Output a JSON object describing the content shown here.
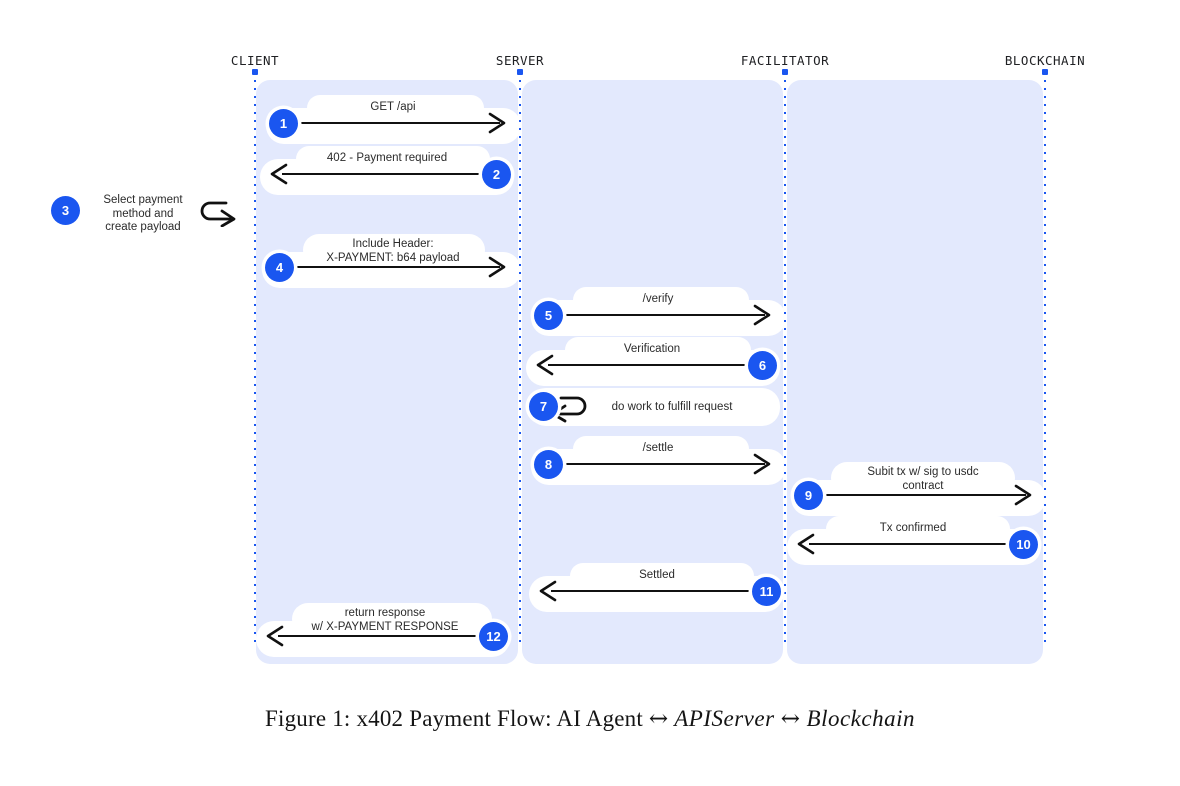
{
  "figure": {
    "caption_prefix": "Figure 1: x402 Payment Flow: AI Agent ",
    "caption_arrow1": "↔",
    "caption_math1": " APIServer ",
    "caption_arrow2": "↔",
    "caption_math2": " Blockchain"
  },
  "colors": {
    "band": "#E3E9FD",
    "accent": "#1A56F0",
    "arrow": "#111111",
    "label_text": "#2b2b2b",
    "actor_text": "#202124",
    "message_box": "#FFFFFF",
    "page_background": "#FFFFFF"
  },
  "actors": [
    {
      "id": "client",
      "label": "CLIENT"
    },
    {
      "id": "server",
      "label": "SERVER"
    },
    {
      "id": "facilitator",
      "label": "FACILITATOR"
    },
    {
      "id": "blockchain",
      "label": "BLOCKCHAIN"
    }
  ],
  "steps": [
    {
      "number": "1",
      "label": "GET /api",
      "from": "client",
      "to": "server",
      "kind": "message",
      "direction": "right"
    },
    {
      "number": "2",
      "label": "402 - Payment required",
      "from": "server",
      "to": "client",
      "kind": "message",
      "direction": "left"
    },
    {
      "number": "3",
      "label": "Select payment\nmethod and\ncreate payload",
      "from": "client",
      "to": "client",
      "kind": "self",
      "direction": "right"
    },
    {
      "number": "4",
      "label": "Include Header:\nX-PAYMENT: b64 payload",
      "from": "client",
      "to": "server",
      "kind": "message",
      "direction": "right"
    },
    {
      "number": "5",
      "label": "/verify",
      "from": "server",
      "to": "facilitator",
      "kind": "message",
      "direction": "right"
    },
    {
      "number": "6",
      "label": "Verification",
      "from": "facilitator",
      "to": "server",
      "kind": "message",
      "direction": "left"
    },
    {
      "number": "7",
      "label": "do work to fulfill request",
      "from": "server",
      "to": "server",
      "kind": "self",
      "direction": "left"
    },
    {
      "number": "8",
      "label": "/settle",
      "from": "server",
      "to": "facilitator",
      "kind": "message",
      "direction": "right"
    },
    {
      "number": "9",
      "label": "Subit tx w/ sig to usdc\ncontract",
      "from": "facilitator",
      "to": "blockchain",
      "kind": "message",
      "direction": "right"
    },
    {
      "number": "10",
      "label": "Tx confirmed",
      "from": "blockchain",
      "to": "facilitator",
      "kind": "message",
      "direction": "left"
    },
    {
      "number": "11",
      "label": "Settled",
      "from": "facilitator",
      "to": "server",
      "kind": "message",
      "direction": "left"
    },
    {
      "number": "12",
      "label": "return response\nw/ X-PAYMENT RESPONSE",
      "from": "server",
      "to": "client",
      "kind": "message",
      "direction": "left"
    }
  ]
}
